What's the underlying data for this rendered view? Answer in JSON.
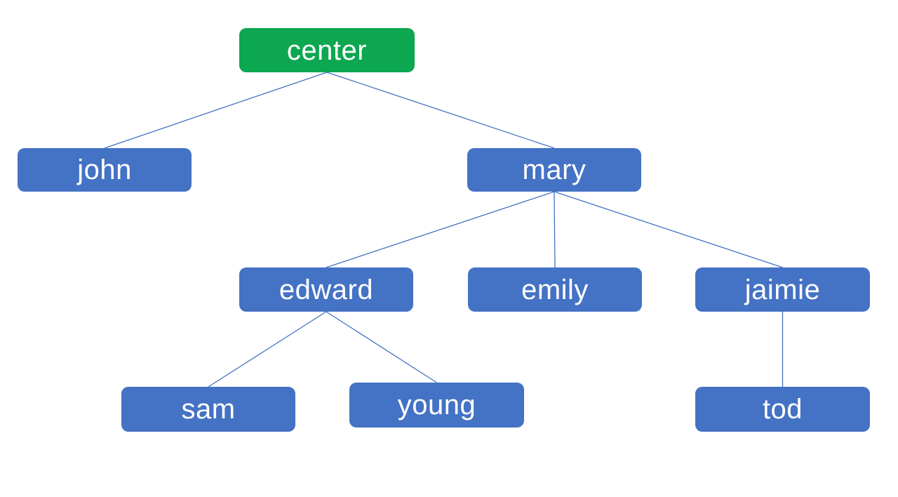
{
  "diagram": {
    "type": "tree",
    "colors": {
      "root_fill": "#0CA750",
      "node_fill": "#4472C4",
      "edge": "#4472C4",
      "text": "#FFFFFF"
    },
    "nodes": [
      {
        "id": "center",
        "label": "center",
        "role": "root"
      },
      {
        "id": "john",
        "label": "john",
        "role": "node"
      },
      {
        "id": "mary",
        "label": "mary",
        "role": "node"
      },
      {
        "id": "edward",
        "label": "edward",
        "role": "node"
      },
      {
        "id": "emily",
        "label": "emily",
        "role": "node"
      },
      {
        "id": "jaimie",
        "label": "jaimie",
        "role": "node"
      },
      {
        "id": "sam",
        "label": "sam",
        "role": "node"
      },
      {
        "id": "young",
        "label": "young",
        "role": "node"
      },
      {
        "id": "tod",
        "label": "tod",
        "role": "node"
      }
    ],
    "edges": [
      [
        "center",
        "john"
      ],
      [
        "center",
        "mary"
      ],
      [
        "mary",
        "edward"
      ],
      [
        "mary",
        "emily"
      ],
      [
        "mary",
        "jaimie"
      ],
      [
        "edward",
        "sam"
      ],
      [
        "edward",
        "young"
      ],
      [
        "jaimie",
        "tod"
      ]
    ]
  }
}
